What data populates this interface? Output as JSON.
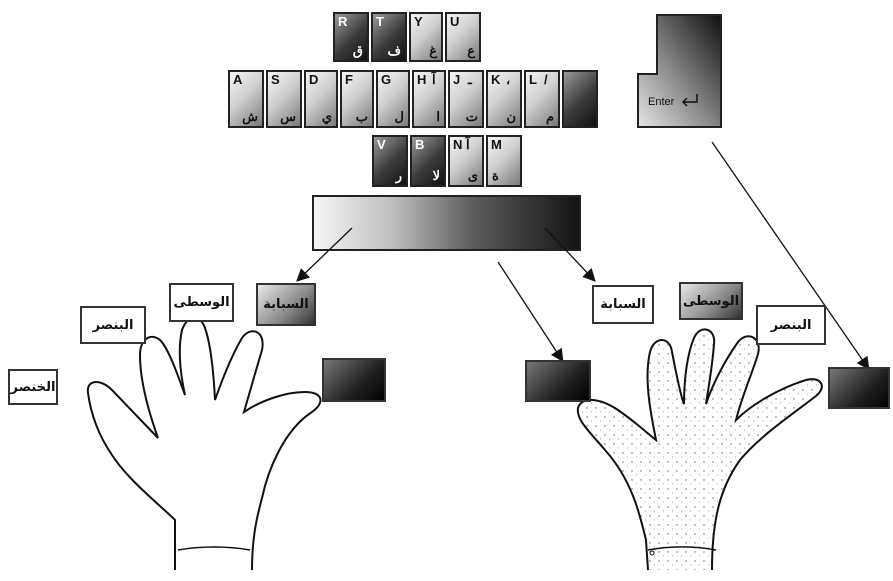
{
  "keys_top": [
    {
      "en": "R",
      "ar": "ق"
    },
    {
      "en": "T",
      "ar": "ف"
    },
    {
      "en": "Y",
      "ar": "غ"
    },
    {
      "en": "U",
      "ar": "ع"
    }
  ],
  "keys_home": [
    {
      "en": "A",
      "ar": "ش"
    },
    {
      "en": "S",
      "ar": "س"
    },
    {
      "en": "D",
      "ar": "ي"
    },
    {
      "en": "F",
      "ar": "ب"
    },
    {
      "en": "G",
      "ar": "ل"
    },
    {
      "en": "H",
      "en2": "آ",
      "ar": "ا"
    },
    {
      "en": "J",
      "en2": "ـ",
      "ar": "ت"
    },
    {
      "en": "K",
      "en2": "،",
      "ar": "ن"
    },
    {
      "en": "L",
      "en2": "/",
      "ar": "م"
    },
    {
      "en": "",
      "ar": ""
    }
  ],
  "keys_bottom": [
    {
      "en": "V",
      "ar": "ر"
    },
    {
      "en": "B",
      "ar": "لا"
    },
    {
      "en": "N",
      "en2": "آ",
      "ar": "ى"
    },
    {
      "en": "M",
      "ar": "ة"
    }
  ],
  "enter_label": "Enter",
  "left_hand_labels": {
    "pinky": "الخنصر",
    "ring": "البنصر",
    "middle": "الوسطى",
    "index": "السبابة"
  },
  "right_hand_labels": {
    "index": "السبابة",
    "middle": "الوسطى",
    "ring": "البنصر"
  }
}
